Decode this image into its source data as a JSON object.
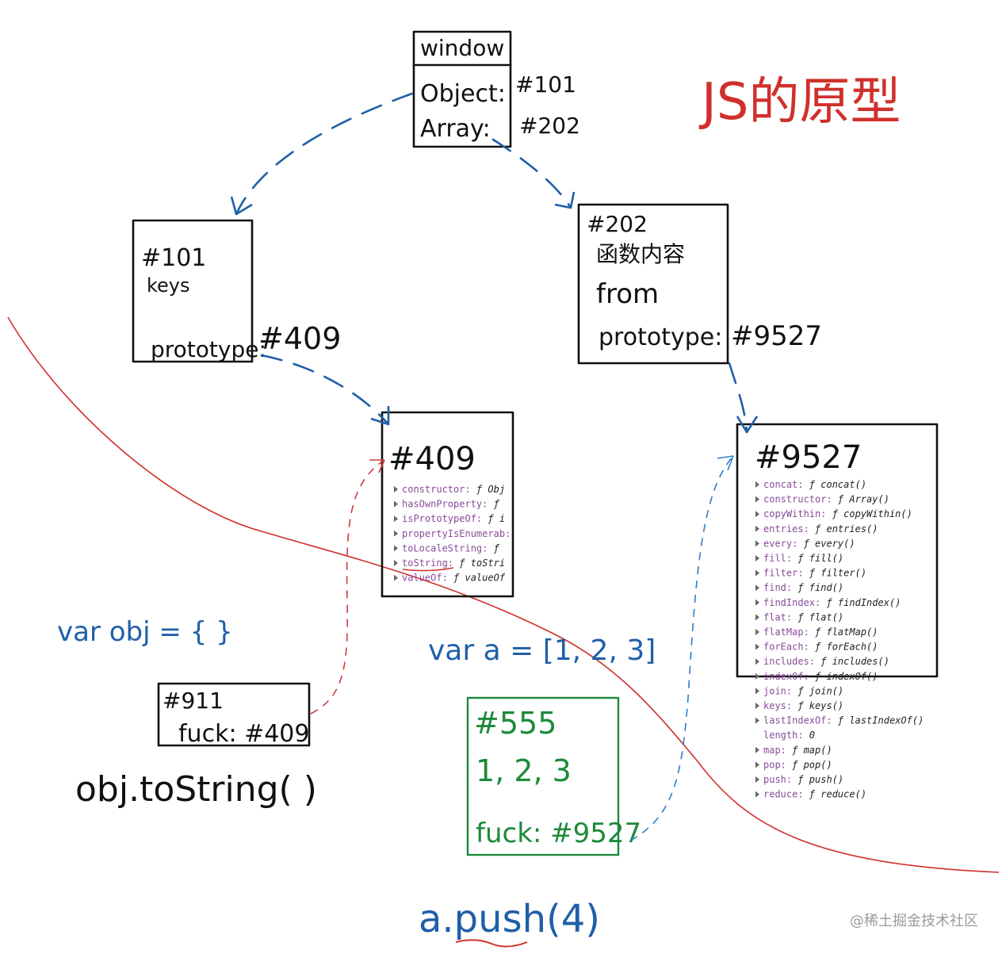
{
  "title": "JS的原型",
  "window_box": {
    "label": "window",
    "rows": [
      "Object:",
      "Array:"
    ],
    "refs": [
      "#101",
      "#202"
    ]
  },
  "object_box": {
    "id": "#101",
    "keys": "keys",
    "prototype": "prototype:",
    "prototype_ref": "#409"
  },
  "array_box": {
    "id": "#202",
    "note": "函数内容",
    "from": "from",
    "prototype": "prototype:",
    "prototype_ref": "#9527"
  },
  "object_proto_box": {
    "id": "#409",
    "props": [
      {
        "key": "constructor",
        "val": "ƒ Obj"
      },
      {
        "key": "hasOwnProperty",
        "val": "ƒ"
      },
      {
        "key": "isPrototypeOf",
        "val": "ƒ i"
      },
      {
        "key": "propertyIsEnumerab",
        "val": ""
      },
      {
        "key": "toLocaleString",
        "val": "ƒ"
      },
      {
        "key": "toString",
        "val": "ƒ toStri"
      },
      {
        "key": "valueOf",
        "val": "ƒ valueOf"
      }
    ]
  },
  "array_proto_box": {
    "id": "#9527",
    "props": [
      {
        "key": "concat",
        "val": "ƒ concat()"
      },
      {
        "key": "constructor",
        "val": "ƒ Array()"
      },
      {
        "key": "copyWithin",
        "val": "ƒ copyWithin()"
      },
      {
        "key": "entries",
        "val": "ƒ entries()"
      },
      {
        "key": "every",
        "val": "ƒ every()"
      },
      {
        "key": "fill",
        "val": "ƒ fill()"
      },
      {
        "key": "filter",
        "val": "ƒ filter()"
      },
      {
        "key": "find",
        "val": "ƒ find()"
      },
      {
        "key": "findIndex",
        "val": "ƒ findIndex()"
      },
      {
        "key": "flat",
        "val": "ƒ flat()"
      },
      {
        "key": "flatMap",
        "val": "ƒ flatMap()"
      },
      {
        "key": "forEach",
        "val": "ƒ forEach()"
      },
      {
        "key": "includes",
        "val": "ƒ includes()"
      },
      {
        "key": "indexOf",
        "val": "ƒ indexOf()"
      },
      {
        "key": "join",
        "val": "ƒ join()"
      },
      {
        "key": "keys",
        "val": "ƒ keys()"
      },
      {
        "key": "lastIndexOf",
        "val": "ƒ lastIndexOf()"
      },
      {
        "key": "length",
        "val": "0"
      },
      {
        "key": "map",
        "val": "ƒ map()"
      },
      {
        "key": "pop",
        "val": "ƒ pop()"
      },
      {
        "key": "push",
        "val": "ƒ push()"
      },
      {
        "key": "reduce",
        "val": "ƒ reduce()"
      }
    ]
  },
  "obj_decl": "var obj = { }",
  "obj_box": {
    "id": "#911",
    "field": "fuck: #409"
  },
  "obj_call": "obj.toString( )",
  "arr_decl": "var a = [1, 2, 3]",
  "arr_box": {
    "id": "#555",
    "values": "1, 2, 3",
    "field": "fuck: #9527"
  },
  "arr_call": "a.push(4)",
  "watermark": "@稀土掘金技术社区",
  "colors": {
    "ink": "#111111",
    "blue": "#1f5fa8",
    "red": "#d0302c",
    "green": "#1c8a3a"
  }
}
